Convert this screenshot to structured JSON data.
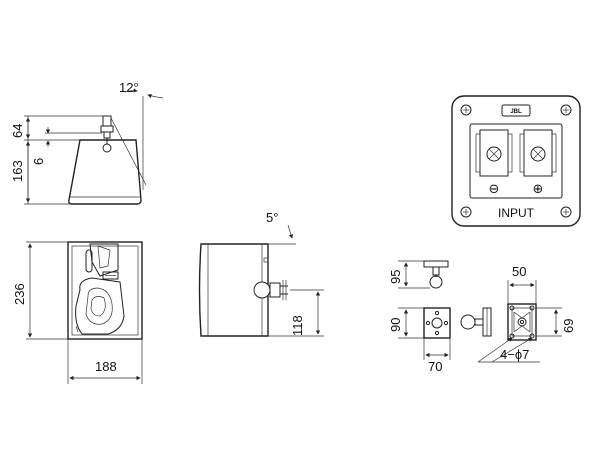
{
  "dims": {
    "angle_top": "12°",
    "h64": "64",
    "h6": "6",
    "h163": "163",
    "angle_side": "5°",
    "h236": "236",
    "w188": "188",
    "h118": "118",
    "h95": "95",
    "h90": "90",
    "w70": "70",
    "w50": "50",
    "h69": "69",
    "hole": "4−ϕ7"
  },
  "terminal_panel": {
    "brand": "JBL",
    "label": "INPUT",
    "minus": "⊖",
    "plus": "⊕"
  }
}
